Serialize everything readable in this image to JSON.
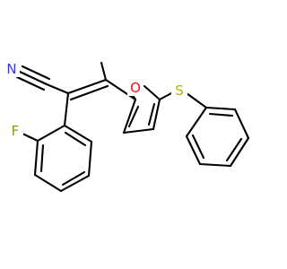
{
  "molecule": {
    "atoms": {
      "n": {
        "label": "N",
        "color": "#3333ff"
      },
      "o": {
        "label": "O",
        "color": "#ff0d0d"
      },
      "s": {
        "label": "S",
        "color": "#b2b200"
      },
      "f": {
        "label": "F",
        "color": "#7fa600"
      }
    }
  }
}
